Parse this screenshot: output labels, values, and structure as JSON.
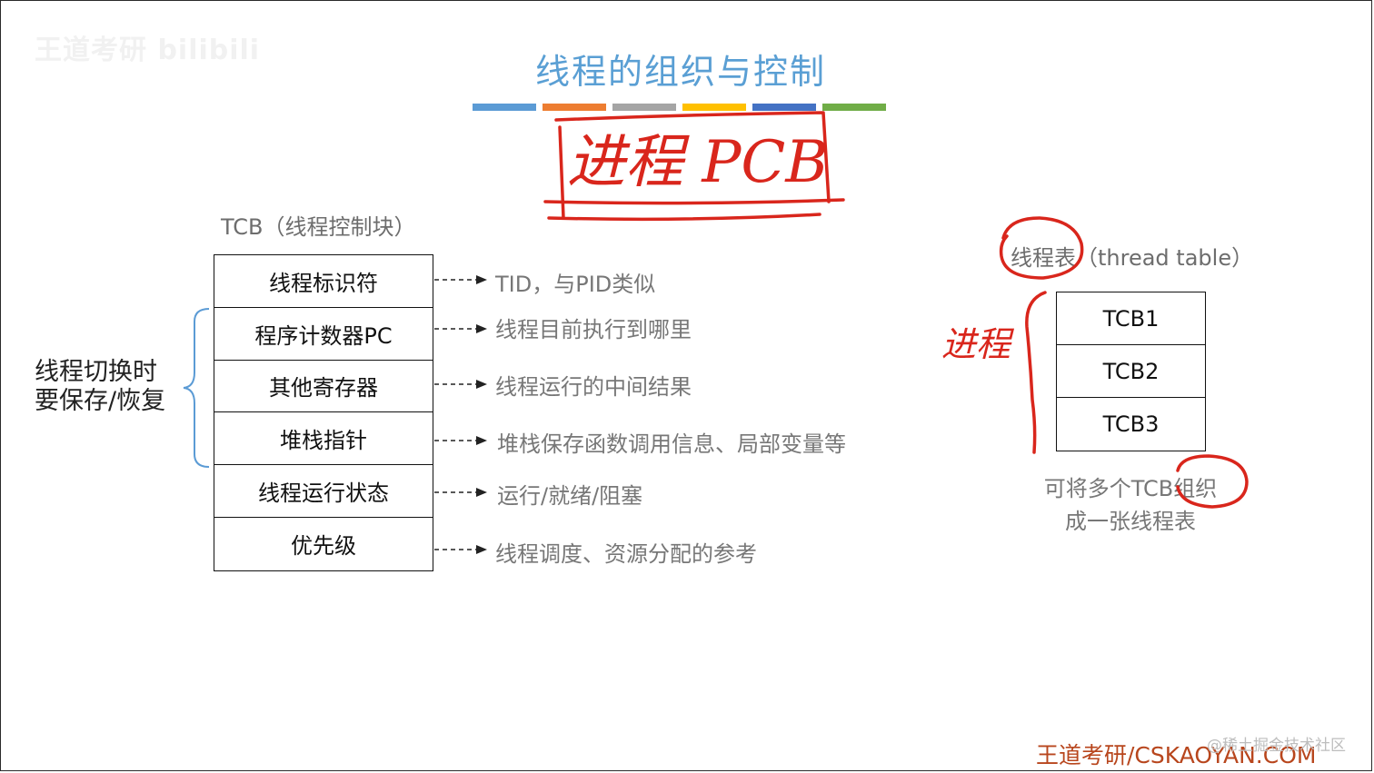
{
  "logo": {
    "text": "王道考研 bilibili"
  },
  "slide": {
    "title": "线程的组织与控制",
    "color_bar": [
      "#5b9bd5",
      "#ed7d31",
      "#a5a5a5",
      "#ffc000",
      "#4472c4",
      "#70ad47"
    ]
  },
  "tcb": {
    "caption": "TCB（线程控制块）",
    "rows": [
      {
        "label": "线程标识符",
        "desc": "TID，与PID类似"
      },
      {
        "label": "程序计数器PC",
        "desc": "线程目前执行到哪里"
      },
      {
        "label": "其他寄存器",
        "desc": "线程运行的中间结果"
      },
      {
        "label": "堆栈指针",
        "desc": "堆栈保存函数调用信息、局部变量等"
      },
      {
        "label": "线程运行状态",
        "desc": "运行/就绪/阻塞"
      },
      {
        "label": "优先级",
        "desc": "线程调度、资源分配的参考"
      }
    ],
    "switch_note_line1": "线程切换时",
    "switch_note_line2": "要保存/恢复"
  },
  "thread_table": {
    "caption_cn": "线程表",
    "caption_en": "（thread table）",
    "rows": [
      "TCB1",
      "TCB2",
      "TCB3"
    ],
    "note_line1": "可将多个TCB组织",
    "note_line2": "成一张线程表"
  },
  "annotations": {
    "top_handwriting": "进程 PCB",
    "side_handwriting": "进程",
    "ink_color": "#d9261c"
  },
  "footer": {
    "brand": "王道考研/CSKAOYAN.COM",
    "watermark": "@稀土掘金技术社区"
  }
}
